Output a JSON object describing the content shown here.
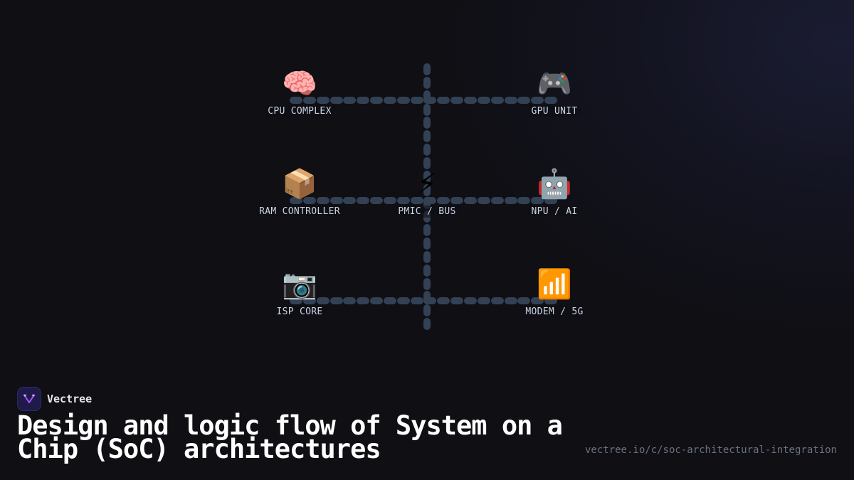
{
  "diagram": {
    "title": "Design and logic flow of System on a Chip (SoC) architectures",
    "rail_color": "#334155",
    "nodes": [
      {
        "id": "cpu",
        "label": "CPU COMPLEX",
        "icon": "brain-icon",
        "glyph": "🧠",
        "row": 0,
        "col": 0
      },
      {
        "id": "gpu",
        "label": "GPU UNIT",
        "icon": "game-controller-icon",
        "glyph": "🎮",
        "row": 0,
        "col": 2
      },
      {
        "id": "ram",
        "label": "RAM CONTROLLER",
        "icon": "package-icon",
        "glyph": "📦",
        "row": 1,
        "col": 0
      },
      {
        "id": "pmic",
        "label": "PMIC / BUS",
        "icon": "lightning-icon",
        "glyph": "⚡",
        "row": 1,
        "col": 1
      },
      {
        "id": "npu",
        "label": "NPU / AI",
        "icon": "robot-icon",
        "glyph": "🤖",
        "row": 1,
        "col": 2
      },
      {
        "id": "isp",
        "label": "ISP CORE",
        "icon": "camera-icon",
        "glyph": "📷",
        "row": 2,
        "col": 0
      },
      {
        "id": "modem",
        "label": "MODEM / 5G",
        "icon": "signal-bars-icon",
        "glyph": "📶",
        "row": 2,
        "col": 2
      }
    ]
  },
  "brand": {
    "name": "Vectree",
    "logo_icon": "vectree-logo-icon",
    "logo_bg": "#1e1b4b",
    "logo_accent": "#a855f7"
  },
  "footer": {
    "title": "Design and logic flow of System on a Chip (SoC) architectures",
    "url": "vectree.io/c/soc-architectural-integration"
  }
}
